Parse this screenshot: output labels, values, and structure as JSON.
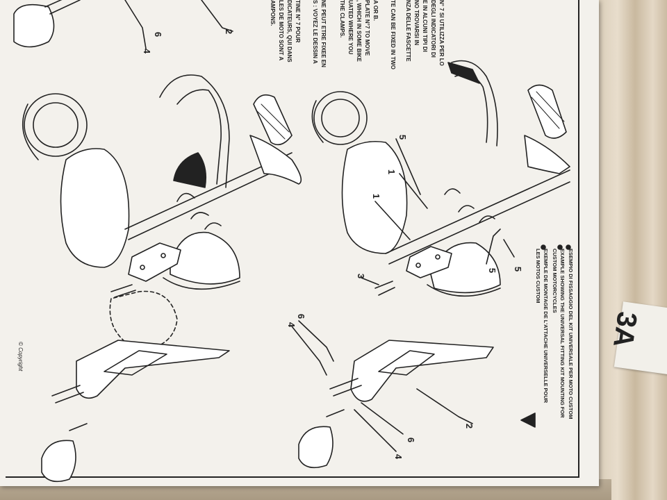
{
  "caption": {
    "lines": [
      "ESEMPIO DI FISSAGGIO DEL KIT UNIVERSALE PER MOTO CUSTOM",
      "EXAMPLE SHOWING THE UNIVERSAL FITTING KIT MOUNTING FOR",
      "CUSTOM MOTORCYCLES",
      "EXEMPLE DE MONTAGE DE L'ATTACHE UNIVERSELLE POUR",
      "LES MOTOS CUSTOM"
    ]
  },
  "instructions": {
    "lines": [
      "N° 7 SI UTILIZZA PER LO",
      "DEGLI INDICATORI DI",
      "E IN ALCUNI TIPI DI",
      "NO TROVARSI IN",
      "NZA DELLE FASCETTE",
      "",
      "TE CAN BE FIXED IN TWO",
      "",
      "A OR B.",
      "PLATE N°7 TO MOVE",
      ", WHICH IN SOME BIKE",
      "UATED WHERE YOU",
      "THE CLAMPS.",
      "",
      "NE PEUT ETRE FIXEE EN",
      "S : VOYEZ LE DESSIN A",
      "",
      "TINE N° 7 POUR",
      "DICATEURS, QUI DANS",
      "LES DE MOTO SONT A",
      "AMPONS."
    ]
  },
  "callouts": {
    "top_2": "2",
    "top_6": "6",
    "top_4": "4",
    "right_5a": "5",
    "right_1a": "1",
    "right_1b": "1",
    "right_5b": "5",
    "right_5c": "5",
    "right_3": "3",
    "right_6a": "6",
    "right_4a": "4",
    "right_2": "2",
    "right_6b": "6",
    "right_4b": "4"
  },
  "copyright": "© Copyright",
  "box_label": "3A",
  "colors": {
    "paper": "#f3f1ec",
    "ink": "#222222",
    "background": "#cfc2ae"
  }
}
